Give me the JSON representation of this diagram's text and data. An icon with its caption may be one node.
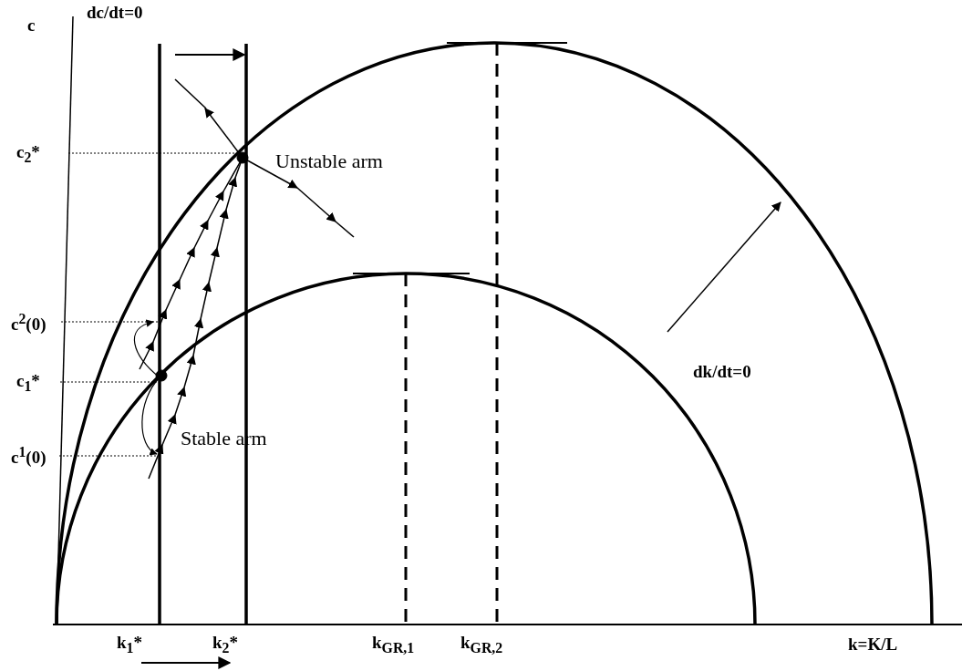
{
  "diagram": {
    "labels": [
      "c",
      "dc/dt=0",
      "c$_{2}$*",
      "Unstable arm",
      "c$^{2}$(0)",
      "c$_{1}$*",
      "dk/dt=0",
      "Stable arm",
      "c$^{1}$(0)",
      "k$_{1}$*",
      "k$_{2}$*",
      "k$_{GR,1}$",
      "k$_{GR,2}$",
      "k=K/L"
    ]
  }
}
